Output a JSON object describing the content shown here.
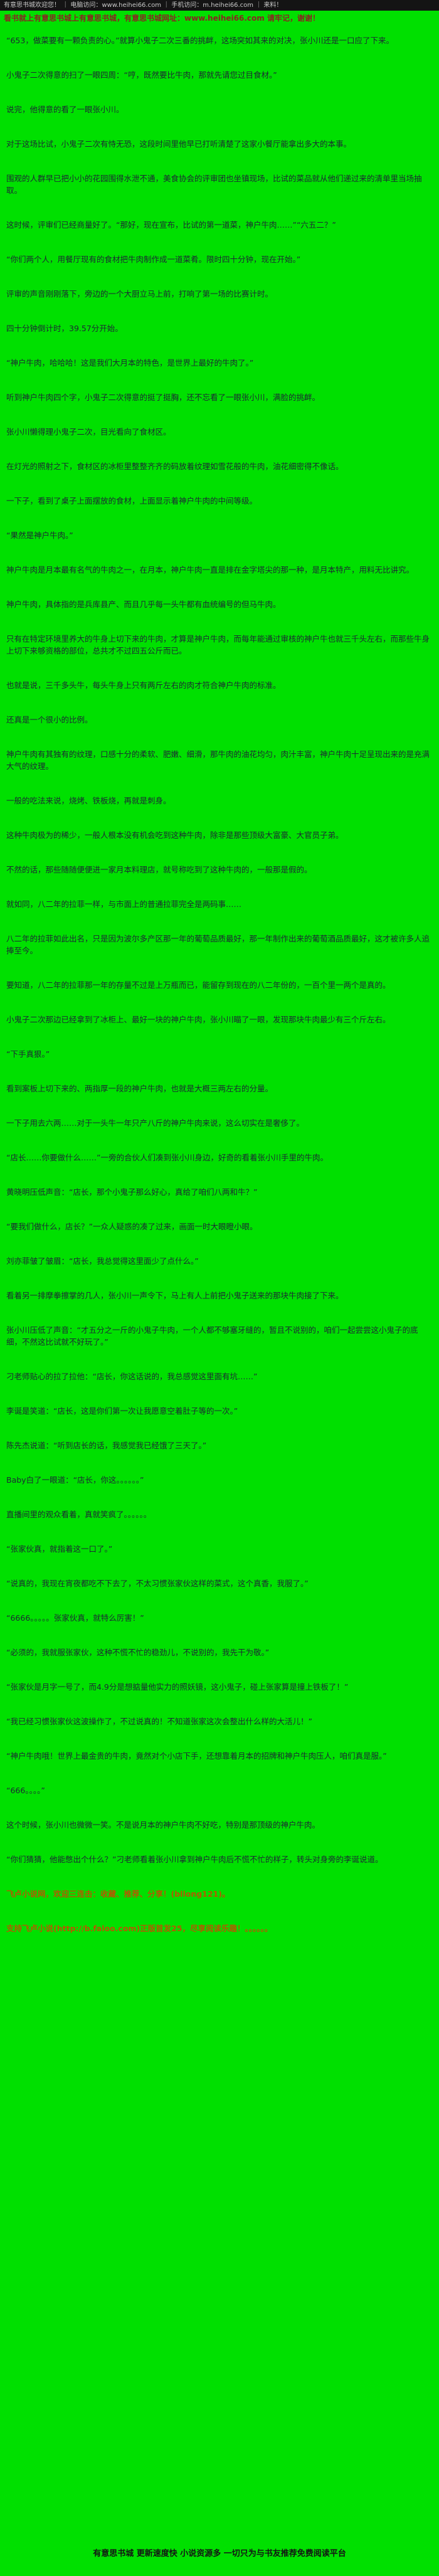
{
  "page": {
    "bg_color": "#00e000",
    "body_text_color": "#1c2733",
    "orange_color": "#b45a00",
    "promo_color": "#8b2222",
    "topbar_bg": "#141414"
  },
  "topbar": {
    "text": "有意思书城欢迎您！ ｜ 电脑访问：www.heihei66.com ｜ 手机访问：m.heihei66.com ｜ 来料！"
  },
  "promo": {
    "text": "看书就上有意思书城上有意思书城，有意思书城网址：www.heihei66.com 请牢记，谢谢！"
  },
  "content": {
    "paragraphs": [
      {
        "text": "“653，做菜要有一颗负责的心。”就算小鬼子二次三番的挑衅，这场突如其来的对决，张小川还是一口应了下来。"
      },
      {
        "text": "小鬼子二次得意的扫了一眼四周：“哼，既然要比牛肉，那就先请您过目食材。”"
      },
      {
        "text": "说完，他得意的看了一眼张小川。"
      },
      {
        "text": "对于这场比试，小鬼子二次有恃无恐，这段时间里他早已打听清楚了这家小餐厅能拿出多大的本事。"
      },
      {
        "text": "围观的人群早已把小小的花园围得水泄不通，美食协会的评审团也坐镇现场，比试的菜品就从他们递过来的清单里当场抽取。"
      },
      {
        "text": "这时候，评审们已经商量好了。“那好，现在宣布，比试的第一道菜，神户牛肉……”“六五二？”"
      },
      {
        "text": "“你们两个人，用餐厅现有的食材把牛肉制作成一道菜肴。限时四十分钟，现在开始。”"
      },
      {
        "text": "评审的声音刚刚落下，旁边的一个大厨立马上前，打响了第一场的比赛计时。"
      },
      {
        "text": "四十分钟倒计时，39.57分开始。"
      },
      {
        "text": "“神户牛肉，哈哈哈！这是我们大月本的特色，是世界上最好的牛肉了。”"
      },
      {
        "text": "听到神户牛肉四个字，小鬼子二次得意的挺了挺胸，还不忘看了一眼张小川，满脸的挑衅。"
      },
      {
        "text": "张小川懒得理小鬼子二次，目光看向了食材区。"
      },
      {
        "text": "在灯光的照射之下，食材区的冰柜里整整齐齐的码放着纹理如雪花般的牛肉，油花细密得不像话。"
      },
      {
        "text": "一下子，看到了桌子上面摆放的食材，上面显示着神户牛肉的中间等级。"
      },
      {
        "text": "“果然是神户牛肉。”"
      },
      {
        "text": "神户牛肉是月本最有名气的牛肉之一，在月本，神户牛肉一直是排在金字塔尖的那一种，是月本特产，用料无比讲究。"
      },
      {
        "text": "神户牛肉，具体指的是兵库县产、而且几乎每一头牛都有血统编号的但马牛肉。"
      },
      {
        "text": "只有在特定环境里养大的牛身上切下来的牛肉，才算是神户牛肉，而每年能通过审核的神户牛也就三千头左右，而那些牛身上切下来够资格的部位，总共才不过四五公斤而已。"
      },
      {
        "text": "也就是说，三千多头牛，每头牛身上只有两斤左右的肉才符合神户牛肉的标准。"
      },
      {
        "text": "还真是一个很小的比例。"
      },
      {
        "text": "神户牛肉有其独有的纹理，口感十分的柔软、肥嫩、细滑，那牛肉的油花均匀，肉汁丰富，神户牛肉十足呈现出来的是充满大气的纹理。"
      },
      {
        "text": "一般的吃法来说，烧烤、铁板烧，再就是刺身。"
      },
      {
        "text": "这种牛肉极为的稀少，一般人根本没有机会吃到这种牛肉，除非是那些顶级大富豪、大官员子弟。"
      },
      {
        "text": "不然的话，那些随随便便进一家月本料理店，就号称吃到了这种牛肉的，一般那是假的。"
      },
      {
        "text": "就如同，八二年的拉菲一样，与市面上的普通拉菲完全是两码事……"
      },
      {
        "text": "八二年的拉菲如此出名，只是因为波尔多产区那一年的葡萄品质最好，那一年制作出来的葡萄酒品质最好，这才被许多人追捧至今。"
      },
      {
        "text": "要知道，八二年的拉菲那一年的存量不过是上万瓶而已，能留存到现在的八二年份的，一百个里一两个是真的。"
      },
      {
        "text": "小鬼子二次那边已经拿到了冰柜上、最好一块的神户牛肉，张小川瞄了一眼，发现那块牛肉最少有三个斤左右。"
      },
      {
        "text": "“下手真狠。”"
      },
      {
        "text": "看到案板上切下来的、两指厚一段的神户牛肉，也就是大概三两左右的分量。"
      },
      {
        "text": "一下子用去六两……对于一头牛一年只产八斤的神户牛肉来说，这么切实在是奢侈了。"
      },
      {
        "text": "“店长……你要做什么……”一旁的合伙人们凑到张小川身边，好奇的看着张小川手里的牛肉。"
      },
      {
        "text": "黄晓明压低声音：“店长，那个小鬼子那么好心，真给了咱们八两和牛？”"
      },
      {
        "text": "“要我们做什么，店长？”一众人疑惑的凑了过来，画面一时大眼瞪小眼。"
      },
      {
        "text": "刘亦菲皱了皱眉：“店长，我总觉得这里面少了点什么。”"
      },
      {
        "text": "看着另一排摩拳擦掌的几人，张小川一声令下，马上有人上前把小鬼子送来的那块牛肉接了下来。"
      },
      {
        "text": "张小川压低了声音：“才五分之一斤的小鬼子牛肉，一个人都不够塞牙缝的，暂且不说别的，咱们一起尝尝这小鬼子的底细，不然这比试就不好玩了。”"
      },
      {
        "text": "刁老师贴心的拉了拉他：“店长，你这话说的，我总感觉这里面有坑……”"
      },
      {
        "text": "李诞是笑道：“店长，这是你们第一次让我愿意空着肚子等的一次。”"
      },
      {
        "text": "陈先杰说道：“听到店长的话，我感觉我已经饿了三天了。”"
      },
      {
        "text": "Baby白了一眼道：“店长，你这。。。。。。”"
      },
      {
        "text": "直播间里的观众看着，真就笑疯了。。。。。。"
      },
      {
        "text": "“张家伙真，就指着这一口了。”"
      },
      {
        "text": "“说真的，我现在宵夜都吃不下去了，不太习惯张家伙这样的菜式，这个真香，我服了。”"
      },
      {
        "text": "“6666。。。。。张家伙真，就特么厉害！”"
      },
      {
        "text": "“必须的，我就服张家伙，这种不慌不忙的稳劲儿，不说别的，我先干为敬。”"
      },
      {
        "text": "“张家伙是月字一号了，而4.9分是想掂量他实力的照妖镜，这小鬼子，碰上张家算是撞上铁板了！”"
      },
      {
        "text": "“我已经习惯张家伙这波操作了，不过说真的！不知道张家这次会整出什么样的大活儿！”"
      },
      {
        "text": "“神户牛肉哦！世界上最金贵的牛肉，竟然对个小店下手，还想靠着月本的招牌和神户牛肉压人，咱们真是服。”"
      },
      {
        "text": "“666。。。。”"
      },
      {
        "text": "这个时候，张小川也微微一笑。不是说月本的神户牛肉不好吃，特别是那顶级的神户牛肉。"
      },
      {
        "text": "“你们猜猜，他能憋出个什么？”刁老师看着张小川拿到神户牛肉后不慌不忙的样子，转头对身旁的李诞说道。"
      },
      {
        "text": "飞卢小说网，欢迎三连击：收藏、推荐、分享！(bllong121)。",
        "color": "orange"
      },
      {
        "text": "支持飞卢小说(http://b.faloo.com)正版首发25，尽享阅读乐趣！。。。。。。",
        "color": "orange"
      }
    ]
  },
  "footer": {
    "text": "有意思书城 更新速度快 小说资源多 一切只为与书友推荐免费阅读平台"
  }
}
